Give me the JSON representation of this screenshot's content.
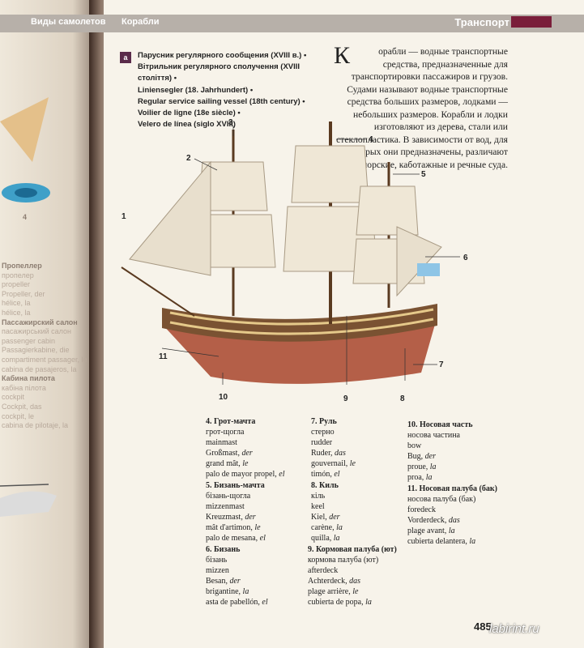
{
  "header": {
    "left_tab": "Виды самолетов",
    "mid_tab": "Корабли",
    "section": "Транспорт"
  },
  "badge": "a",
  "names": [
    "Парусник регулярного сообщения (XVIII в.) •",
    "Вітрильник регулярного сполучення (XVIII століття) •",
    "Liniensegler (18. Jahrhundert) •",
    "Regular service sailing vessel (18th century) •",
    "Voilier de ligne (18e siècle) •",
    "Velero de línea (siglo XVIII)"
  ],
  "description": {
    "cap": "К",
    "text": "орабли — водные транспортные средства, предназначенные для транспортировки пассажиров и грузов. Судами называют водные транспортные средства больших размеров, лодками — небольших размеров. Корабли и лодки изготовляют из дерева, стали или стеклопластика. В зависимости от вод, для которых они предназначены, различают морские, каботажные и речные суда."
  },
  "callouts": [
    "2",
    "3",
    "4",
    "5",
    "6",
    "7",
    "8",
    "9",
    "10",
    "11",
    "1"
  ],
  "colors": {
    "hull": "#8b5a2b",
    "sails": "#efe7d6",
    "bar": "#b7b0a9",
    "accent": "#7a1e3a"
  },
  "terms": {
    "t4": {
      "title": "4. Грот-мачта",
      "lines": [
        "грот-щогла",
        "mainmast",
        "Großmast, der",
        "grand mât, le",
        "palo de mayor propel, el"
      ]
    },
    "t5": {
      "title": "5. Бизань-мачта",
      "lines": [
        "бізань-щогла",
        "mizzenmast",
        "Kreuzmast, der",
        "mât d'artimon, le",
        "palo de mesana, el"
      ]
    },
    "t6": {
      "title": "6. Бизань",
      "lines": [
        "бізань",
        "mizzen",
        "Besan, der",
        "brigantine, la",
        "asta de pabellón, el"
      ]
    },
    "t7": {
      "title": "7. Руль",
      "lines": [
        "стерно",
        "rudder",
        "Ruder, das",
        "gouvernail, le",
        "timón, el"
      ]
    },
    "t8": {
      "title": "8. Киль",
      "lines": [
        "кіль",
        "keel",
        "Kiel, der",
        "carène, la",
        "quilla, la"
      ]
    },
    "t9": {
      "title": "9. Кормовая палуба (ют)",
      "lines": [
        "кормова палуба (ют)",
        "afterdeck",
        "Achterdeck, das",
        "plage arrière, le",
        "cubierta de popa, la"
      ]
    },
    "t10": {
      "title": "10. Носовая часть",
      "lines": [
        "носова частина",
        "bow",
        "Bug, der",
        "proue, la",
        "proa, la"
      ]
    },
    "t11": {
      "title": "11. Носовая палуба (бак)",
      "lines": [
        "носова палуба (бак)",
        "foredeck",
        "Vorderdeck, das",
        "plage avant, la",
        "cubierta delantera, la"
      ]
    }
  },
  "left_page": {
    "item4": "4",
    "lines": [
      "Пропеллер",
      "пропелер",
      "propeller",
      "Propeller, der",
      "hélice, la",
      "hélice, la",
      "Пассажирский салон",
      "пасажирський салон",
      "passenger cabin",
      "Passagierkabine, die",
      "compartiment passager, le",
      "cabina de pasajeros, la",
      "Кабина пилота",
      "кабіна пілота",
      "cockpit",
      "Cockpit, das",
      "cockpit, le",
      "cabina de pilotaje, la"
    ]
  },
  "page_number": "485",
  "watermark": "labirint.ru"
}
